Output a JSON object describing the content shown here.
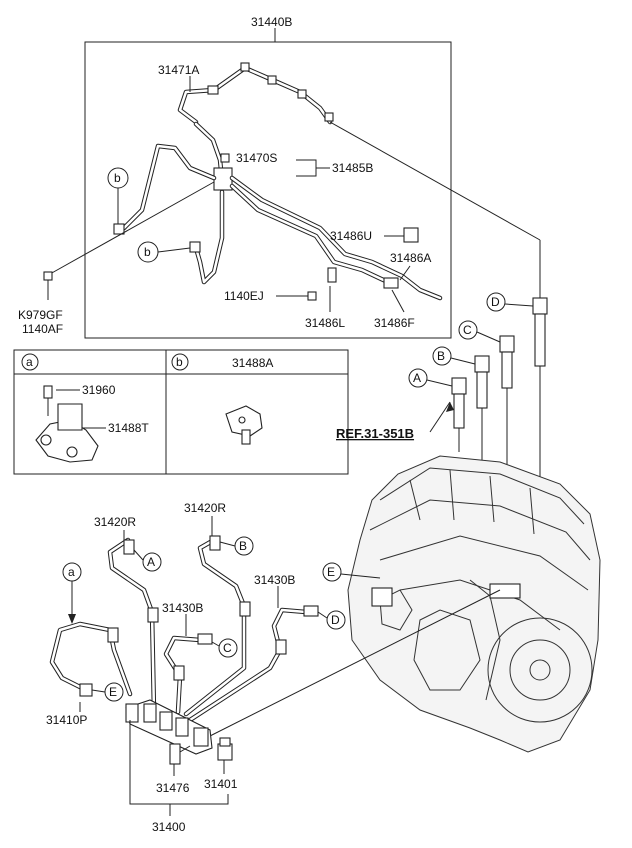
{
  "labels": {
    "p31440B": "31440B",
    "p31471A": "31471A",
    "p31470S": "31470S",
    "p31485B": "31485B",
    "p31486U": "31486U",
    "p31486A": "31486A",
    "p1140EJ": "1140EJ",
    "p31486L": "31486L",
    "p31486F": "31486F",
    "pK979GF": "K979GF",
    "p1140AF": "1140AF",
    "p31960": "31960",
    "p31488T": "31488T",
    "p31488A": "31488A",
    "ref": "REF.31-351B",
    "p31420R_1": "31420R",
    "p31420R_2": "31420R",
    "p31430B_1": "31430B",
    "p31430B_2": "31430B",
    "p31410P": "31410P",
    "p31476": "31476",
    "p31401": "31401",
    "p31400": "31400"
  },
  "callouts": {
    "a": "a",
    "b": "b",
    "A": "A",
    "B": "B",
    "C": "C",
    "D": "D",
    "E": "E"
  },
  "colors": {
    "line": "#222222",
    "background": "#ffffff",
    "engine_fill": "#f4f4f4"
  }
}
